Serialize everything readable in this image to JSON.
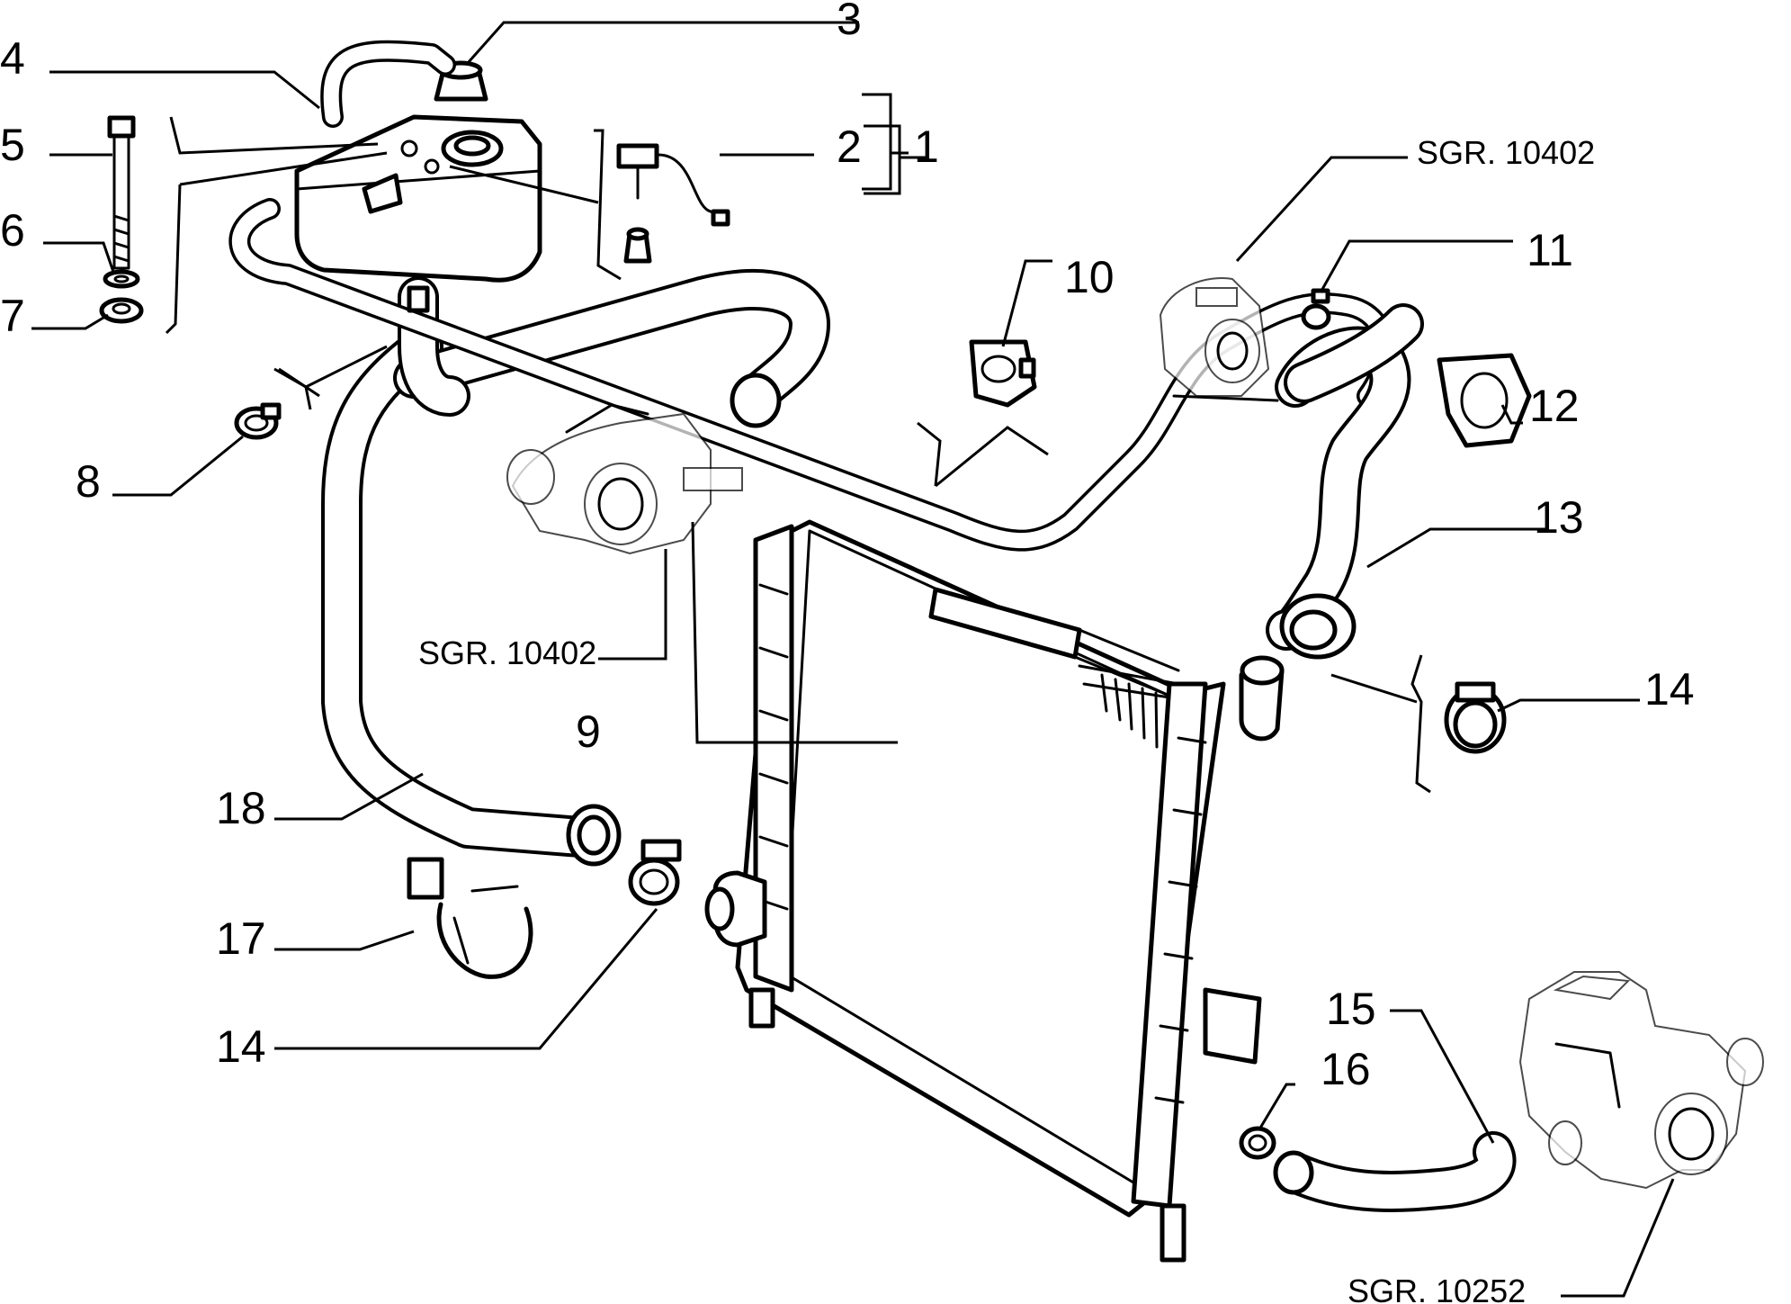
{
  "callouts": {
    "c1": "1",
    "c2": "2",
    "c3": "3",
    "c4": "4",
    "c5": "5",
    "c6": "6",
    "c7": "7",
    "c8": "8",
    "c9": "9",
    "c10": "10",
    "c11": "11",
    "c12": "12",
    "c13": "13",
    "c14a": "14",
    "c14b": "14",
    "c15": "15",
    "c16": "16",
    "c17": "17",
    "c18": "18"
  },
  "references": {
    "upper_right": "SGR. 10402",
    "middle": "SGR. 10402",
    "bottom_right": "SGR. 10252"
  }
}
